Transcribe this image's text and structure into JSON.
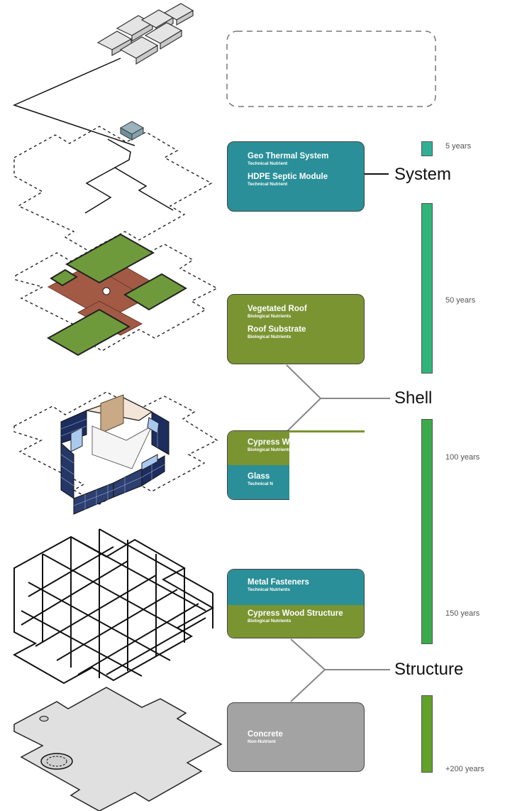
{
  "cards": {
    "system": {
      "item1": {
        "title": "Geo Thermal System",
        "sub": "Technical Nutrient"
      },
      "item2": {
        "title": "HDPE Septic Module",
        "sub": "Technical Nutrient"
      }
    },
    "roof": {
      "item1": {
        "title": "Vegetated Roof",
        "sub": "Biological Nutrients"
      },
      "item2": {
        "title": "Roof Substrate",
        "sub": "Biological Nutrients"
      }
    },
    "envelope": {
      "item1": {
        "title": "Cypress W",
        "sub": "Biological Nutrients"
      },
      "item2": {
        "title": "Glass",
        "sub": "Technical N"
      }
    },
    "frame": {
      "item1": {
        "title": "Metal Fasteners",
        "sub": "Technical Nutrients"
      },
      "item2": {
        "title": "Cypress Wood Structure",
        "sub": "Biological Nutrients"
      }
    },
    "base": {
      "item1": {
        "title": "Concrete",
        "sub": "Non-Nutrient"
      }
    }
  },
  "categories": {
    "system": "System",
    "shell": "Shell",
    "structure": "Structure"
  },
  "timeline": [
    {
      "label": "5 years",
      "color": "#2fb096"
    },
    {
      "label": "50 years",
      "color": "#2fb57a"
    },
    {
      "label": "100 years",
      "color": "#3aab4a"
    },
    {
      "label": "150 years",
      "color": "#45a83e"
    },
    {
      "label": "+200 years",
      "color": "#62a12a"
    }
  ],
  "colors": {
    "technical": "#2a8f98",
    "biological": "#7a9432",
    "non_nutrient": "#a3a3a3",
    "roof_planter": "#6f9a3c",
    "roof_deck": "#a25a45",
    "glass": "#a9c9ef"
  }
}
